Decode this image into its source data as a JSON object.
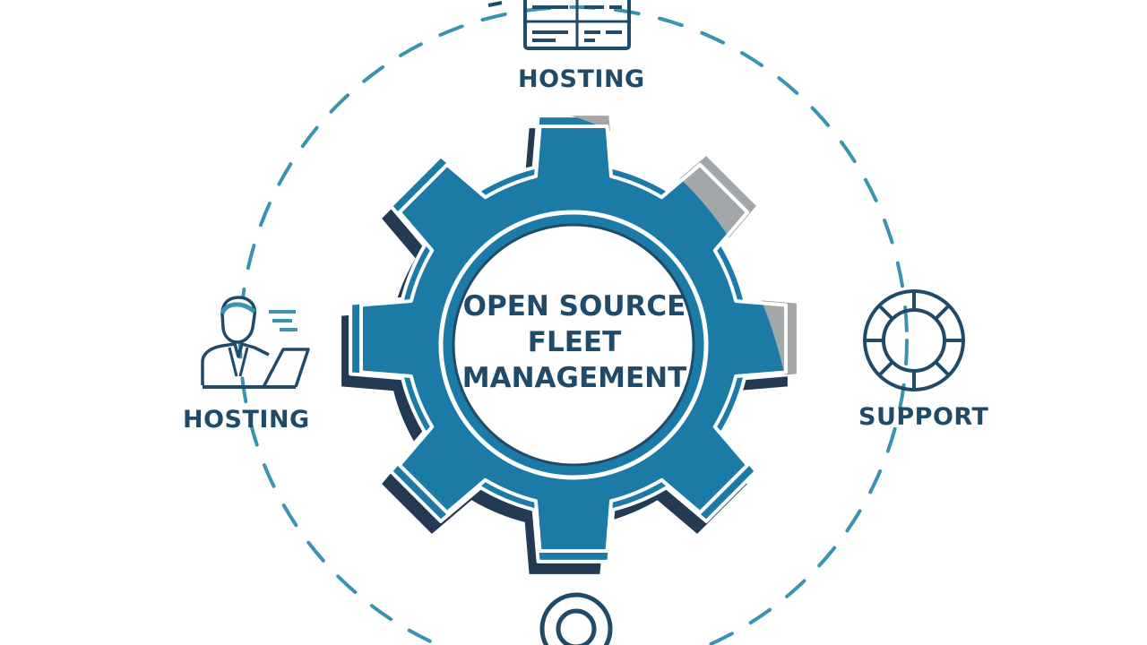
{
  "center": {
    "line1": "OPEN SOURCE",
    "line2": "FLEET",
    "line3": "MANAGEMENT"
  },
  "nodes": {
    "top": {
      "label": "HOSTING",
      "icon": "server-rack-icon"
    },
    "left": {
      "label": "HOSTING",
      "icon": "person-laptop-icon"
    },
    "right": {
      "label": "SUPPORT",
      "icon": "lifebuoy-icon"
    },
    "bottom": {
      "label": "",
      "icon": "target-ring-icon"
    }
  },
  "colors": {
    "primary_blue": "#1b7ba6",
    "dark_navy": "#1f4a6a",
    "shadow": "#233a52",
    "accent_gray": "#a4a7aa",
    "ring_dash": "#3b93b2",
    "text": "#1f4a6a"
  }
}
